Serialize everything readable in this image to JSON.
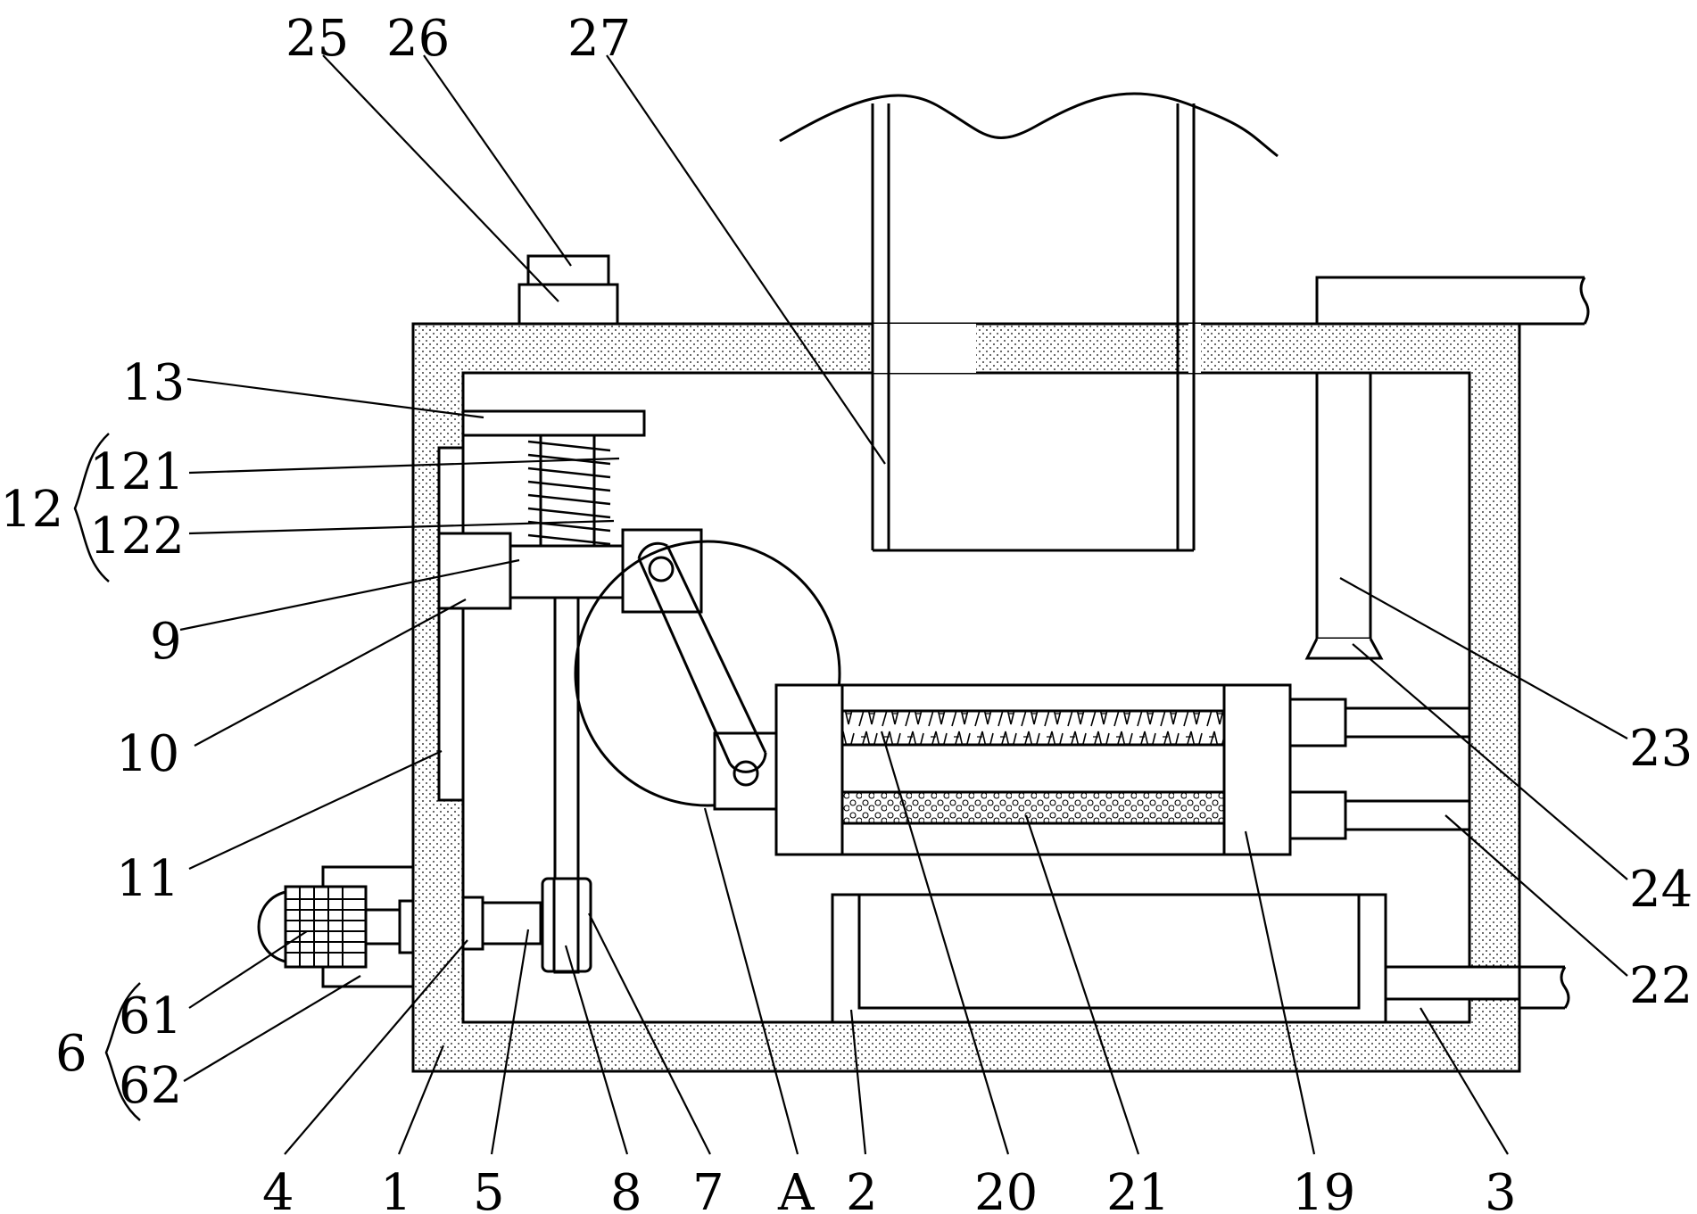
{
  "labels": {
    "l25": "25",
    "l26": "26",
    "l27": "27",
    "l13": "13",
    "l12": "12",
    "l121": "121",
    "l122": "122",
    "l9": "9",
    "l10": "10",
    "l11": "11",
    "l6": "6",
    "l61": "61",
    "l62": "62",
    "l4": "4",
    "l1": "1",
    "l5": "5",
    "l8": "8",
    "l7": "7",
    "lA": "A",
    "l2": "2",
    "l20": "20",
    "l21": "21",
    "l19": "19",
    "l3": "3",
    "l23": "23",
    "l24": "24",
    "l22": "22"
  }
}
